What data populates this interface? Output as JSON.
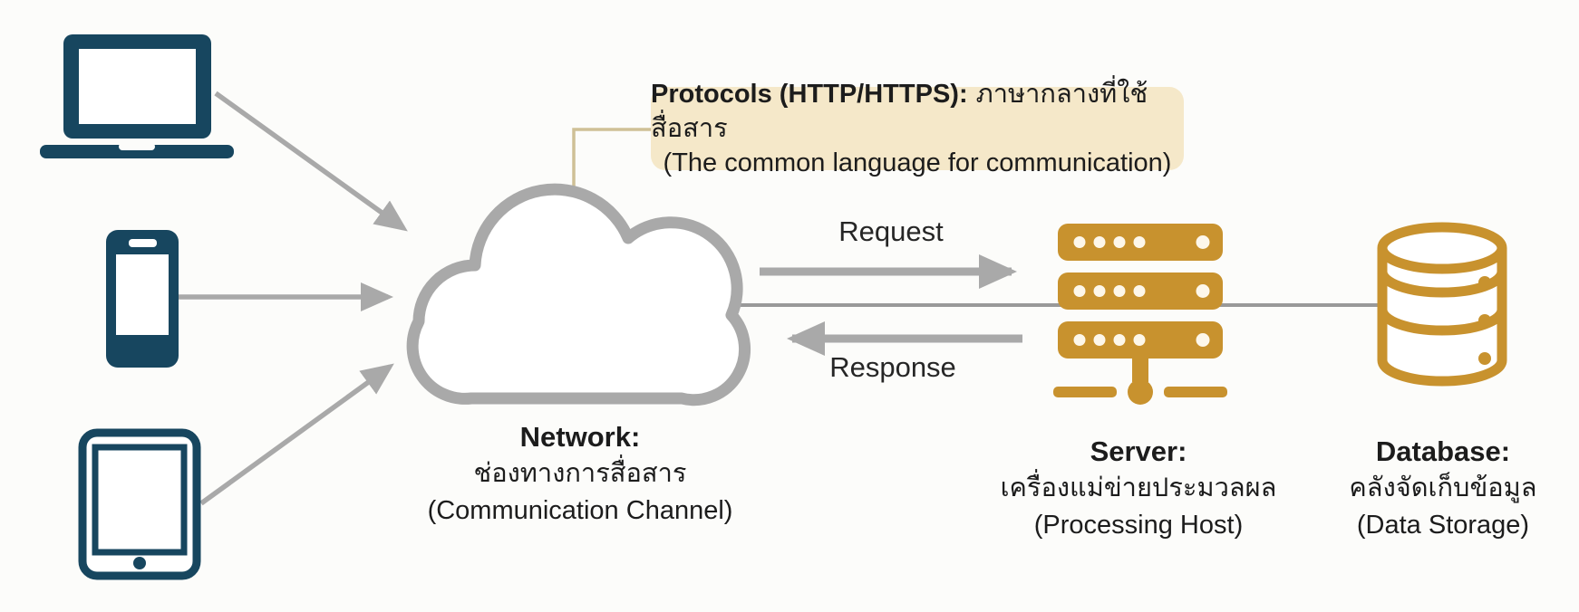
{
  "protocols": {
    "title_bold": "Protocols (HTTP/HTTPS):",
    "title_thai": "ภาษากลางที่ใช้สื่อสาร",
    "subtitle": "(The common language for communication)"
  },
  "flows": {
    "request": "Request",
    "response": "Response"
  },
  "nodes": {
    "network": {
      "title": "Network:",
      "thai": "ช่องทางการสื่อสาร",
      "english": "(Communication Channel)"
    },
    "server": {
      "title": "Server:",
      "thai": "เครื่องแม่ข่ายประมวลผล",
      "english": "(Processing Host)"
    },
    "database": {
      "title": "Database:",
      "thai": "คลังจัดเก็บข้อมูล",
      "english": "(Data Storage)"
    }
  },
  "icons": {
    "clients": [
      "laptop-icon",
      "smartphone-icon",
      "tablet-icon"
    ],
    "network": "network-cloud-icon",
    "server": "server-rack-icon",
    "database": "database-cylinder-icon"
  },
  "colors": {
    "client_navy": "#17465f",
    "diagram_gray": "#a9a9a9",
    "link_gray": "#999999",
    "gold": "#c8922e",
    "callout_beige": "#f5e8c9",
    "connector_tan": "#cfc096",
    "text": "#1c1c1c"
  }
}
